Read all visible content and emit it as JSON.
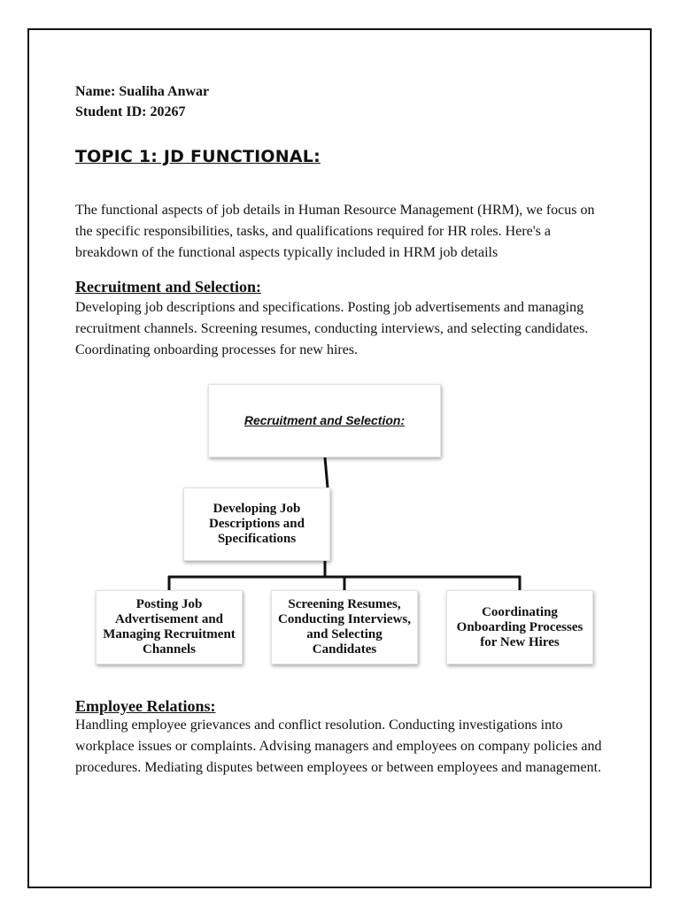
{
  "header": {
    "name": "Name: Sualiha Anwar",
    "student_id": "Student ID: 20267"
  },
  "topic": {
    "title": "TOPIC 1: JD FUNCTIONAL:"
  },
  "intro": {
    "text": "The functional aspects of job details in Human Resource Management (HRM), we focus on the specific responsibilities, tasks, and qualifications required for HR roles. Here's a breakdown of the functional aspects typically included in HRM job details"
  },
  "recruitment": {
    "heading": "Recruitment and Selection:",
    "text": "Developing job descriptions and specifications. Posting job advertisements and managing recruitment channels. Screening resumes, conducting interviews, and selecting candidates. Coordinating onboarding processes for new hires."
  },
  "diagram": {
    "root": "Recruitment and Selection:",
    "level1": "Developing Job Descriptions and Specifications",
    "children": [
      "Posting Job Advertisement and Managing Recruitment Channels",
      "Screening Resumes, Conducting Interviews, and Selecting Candidates",
      "Coordinating Onboarding Processes for New Hires"
    ]
  },
  "employee_relations": {
    "heading": "Employee Relations:",
    "text": "Handling employee grievances and conflict resolution. Conducting investigations into workplace issues or complaints. Advising managers and employees on company policies and procedures. Mediating disputes between employees or between employees and management."
  }
}
